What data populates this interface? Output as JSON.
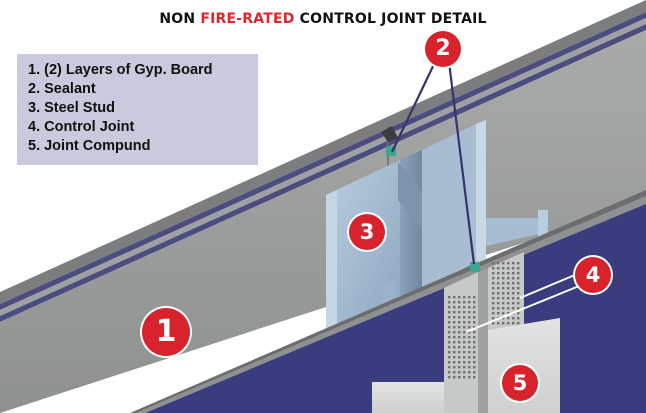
{
  "title": {
    "prefix": "NON ",
    "highlight": "FIRE-RATED",
    "suffix": " CONTROL JOINT DETAIL"
  },
  "legend": {
    "items": [
      "1.  (2) Layers of Gyp. Board",
      "2.  Sealant",
      "3.  Steel Stud",
      "4.  Control Joint",
      "5.  Joint Compund"
    ]
  },
  "callouts": {
    "c1": "1",
    "c2": "2",
    "c3": "3",
    "c4": "4",
    "c5": "5"
  },
  "colors": {
    "accent_red": "#e0262a",
    "callout_red": "#d8222c",
    "wall_blue": "#3b3c7e",
    "legend_bg": "#c9cadd",
    "sealant_green": "#3fa58f"
  }
}
